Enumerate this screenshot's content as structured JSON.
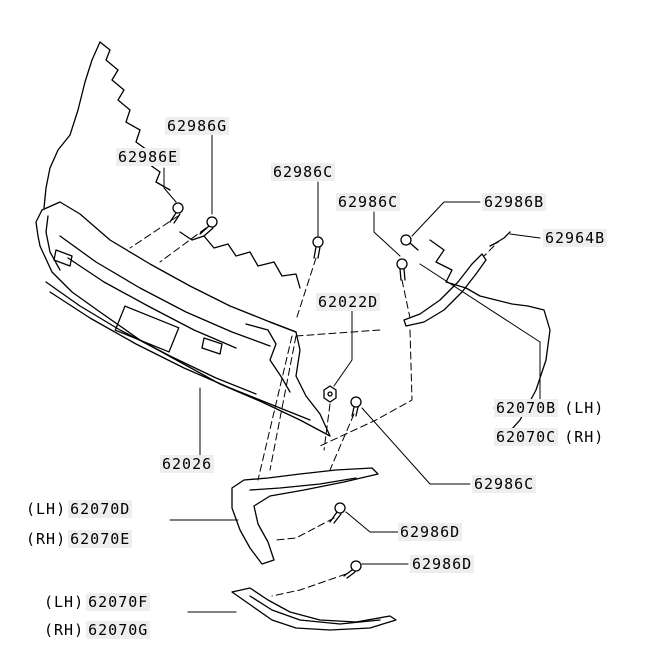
{
  "diagram": {
    "colors": {
      "line": "#000000",
      "label_box": "#eeeeee",
      "background": "#ffffff"
    },
    "labels": {
      "p62986G": "62986G",
      "p62986E": "62986E",
      "p62986C_a": "62986C",
      "p62986C_b": "62986C",
      "p62986B": "62986B",
      "p62964B": "62964B",
      "p62022D": "62022D",
      "p62070B_side": "(LH)",
      "p62070B": "62070B",
      "p62070C_side": "(RH)",
      "p62070C": "62070C",
      "p62026": "62026",
      "p62986C_c": "62986C",
      "p62070D_side": "(LH)",
      "p62070D": "62070D",
      "p62070E_side": "(RH)",
      "p62070E": "62070E",
      "p62986D_a": "62986D",
      "p62986D_b": "62986D",
      "p62070F_side": "(LH)",
      "p62070F": "62070F",
      "p62070G_side": "(RH)",
      "p62070G": "62070G"
    }
  }
}
